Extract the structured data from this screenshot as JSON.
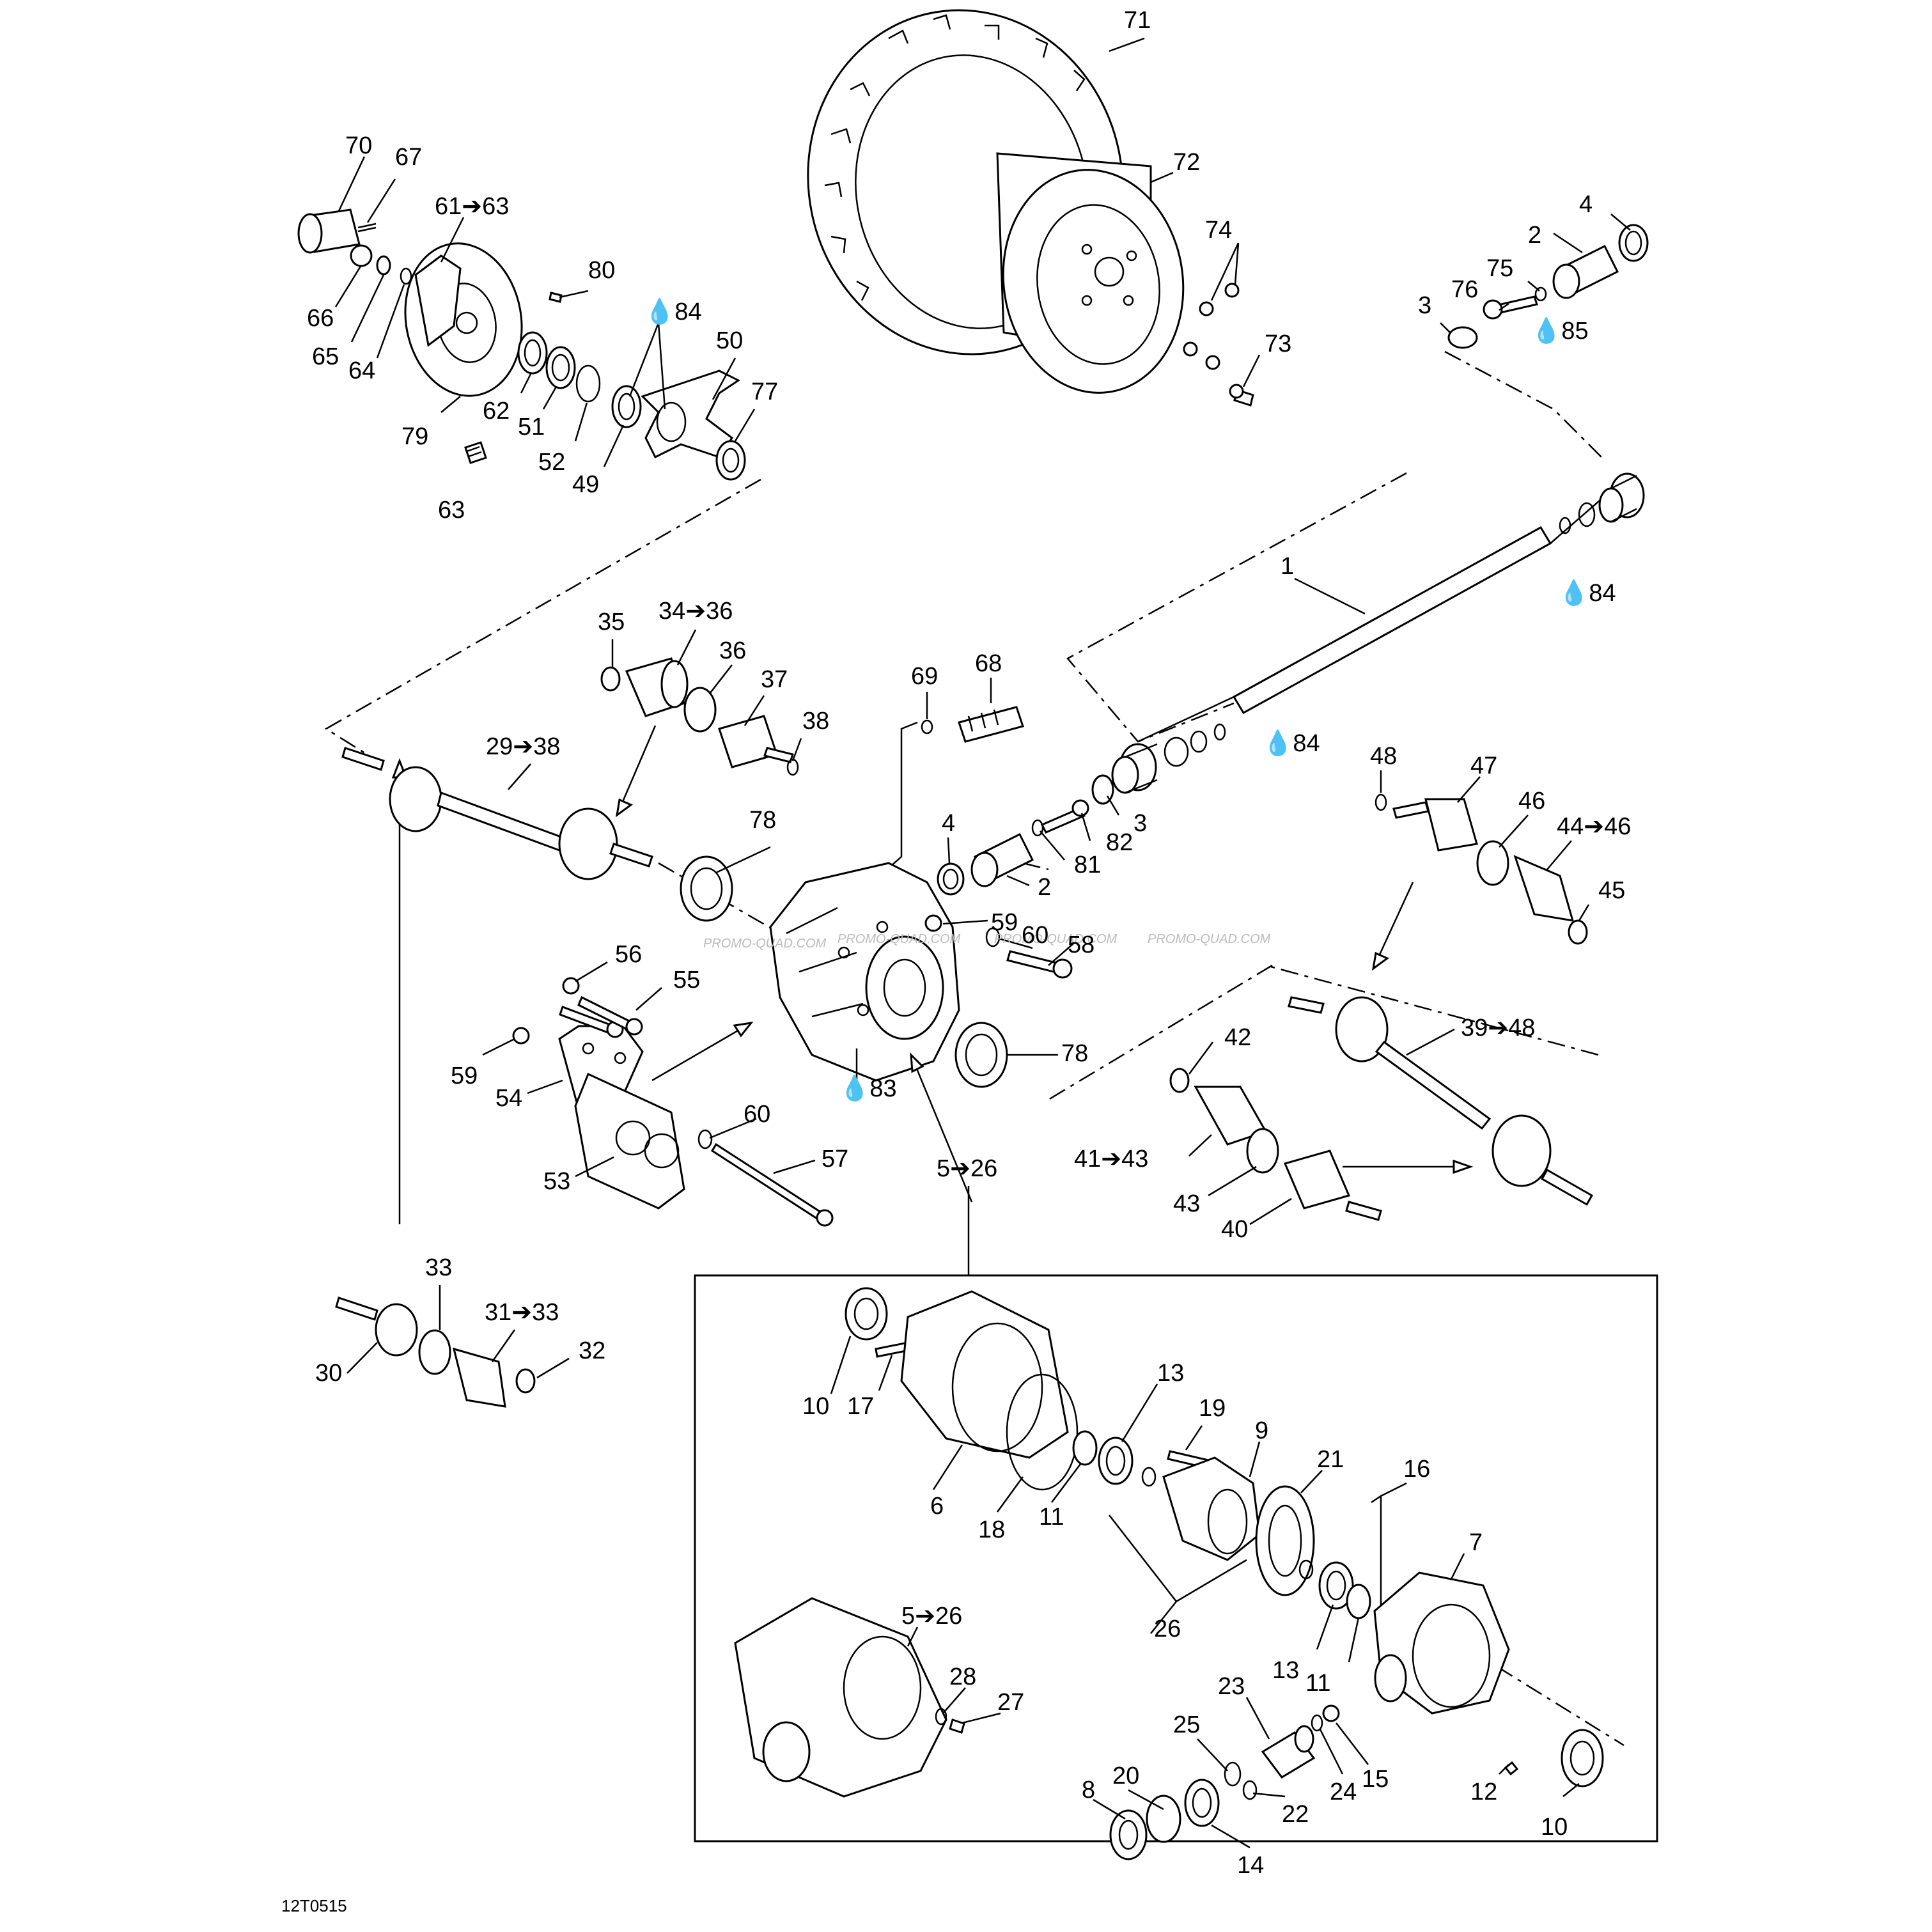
{
  "diagram_code": "12T0515",
  "watermark": "PROMO-QUAD.COM",
  "labels": [
    {
      "id": "71",
      "text": "71"
    },
    {
      "id": "72",
      "text": "72"
    },
    {
      "id": "74",
      "text": "74"
    },
    {
      "id": "73",
      "text": "73"
    },
    {
      "id": "70",
      "text": "70"
    },
    {
      "id": "67",
      "text": "67"
    },
    {
      "id": "61-63",
      "text": "61➔63"
    },
    {
      "id": "66",
      "text": "66"
    },
    {
      "id": "65",
      "text": "65"
    },
    {
      "id": "64",
      "text": "64"
    },
    {
      "id": "80",
      "text": "80"
    },
    {
      "id": "84a",
      "text": "💧84"
    },
    {
      "id": "50",
      "text": "50"
    },
    {
      "id": "77",
      "text": "77"
    },
    {
      "id": "62",
      "text": "62"
    },
    {
      "id": "51",
      "text": "51"
    },
    {
      "id": "79",
      "text": "79"
    },
    {
      "id": "52",
      "text": "52"
    },
    {
      "id": "49",
      "text": "49"
    },
    {
      "id": "63",
      "text": "63"
    },
    {
      "id": "4a",
      "text": "4"
    },
    {
      "id": "2a",
      "text": "2"
    },
    {
      "id": "75",
      "text": "75"
    },
    {
      "id": "76",
      "text": "76"
    },
    {
      "id": "3a",
      "text": "3"
    },
    {
      "id": "85",
      "text": "💧85"
    },
    {
      "id": "1",
      "text": "1"
    },
    {
      "id": "84b",
      "text": "💧84"
    },
    {
      "id": "84c",
      "text": "💧84"
    },
    {
      "id": "35",
      "text": "35"
    },
    {
      "id": "34-36",
      "text": "34➔36"
    },
    {
      "id": "36",
      "text": "36"
    },
    {
      "id": "37",
      "text": "37"
    },
    {
      "id": "38",
      "text": "38"
    },
    {
      "id": "29-38",
      "text": "29➔38"
    },
    {
      "id": "69",
      "text": "69"
    },
    {
      "id": "68",
      "text": "68"
    },
    {
      "id": "4b",
      "text": "4"
    },
    {
      "id": "82",
      "text": "82"
    },
    {
      "id": "3b",
      "text": "3"
    },
    {
      "id": "81",
      "text": "81"
    },
    {
      "id": "2b",
      "text": "2"
    },
    {
      "id": "78a",
      "text": "78"
    },
    {
      "id": "59a",
      "text": "59"
    },
    {
      "id": "60a",
      "text": "60"
    },
    {
      "id": "58",
      "text": "58"
    },
    {
      "id": "48",
      "text": "48"
    },
    {
      "id": "47",
      "text": "47"
    },
    {
      "id": "46",
      "text": "46"
    },
    {
      "id": "44-46",
      "text": "44➔46"
    },
    {
      "id": "45",
      "text": "45"
    },
    {
      "id": "56",
      "text": "56"
    },
    {
      "id": "55",
      "text": "55"
    },
    {
      "id": "59b",
      "text": "59"
    },
    {
      "id": "54",
      "text": "54"
    },
    {
      "id": "78b",
      "text": "78"
    },
    {
      "id": "83",
      "text": "💧83"
    },
    {
      "id": "60b",
      "text": "60"
    },
    {
      "id": "57",
      "text": "57"
    },
    {
      "id": "53",
      "text": "53"
    },
    {
      "id": "5-26a",
      "text": "5➔26"
    },
    {
      "id": "42",
      "text": "42"
    },
    {
      "id": "39-48",
      "text": "39➔48"
    },
    {
      "id": "41-43",
      "text": "41➔43"
    },
    {
      "id": "43",
      "text": "43"
    },
    {
      "id": "40",
      "text": "40"
    },
    {
      "id": "33",
      "text": "33"
    },
    {
      "id": "31-33",
      "text": "31➔33"
    },
    {
      "id": "30",
      "text": "30"
    },
    {
      "id": "32",
      "text": "32"
    },
    {
      "id": "10a",
      "text": "10"
    },
    {
      "id": "17",
      "text": "17"
    },
    {
      "id": "13a",
      "text": "13"
    },
    {
      "id": "19",
      "text": "19"
    },
    {
      "id": "9",
      "text": "9"
    },
    {
      "id": "21",
      "text": "21"
    },
    {
      "id": "16",
      "text": "16"
    },
    {
      "id": "6",
      "text": "6"
    },
    {
      "id": "18",
      "text": "18"
    },
    {
      "id": "11a",
      "text": "11"
    },
    {
      "id": "7",
      "text": "7"
    },
    {
      "id": "26",
      "text": "26"
    },
    {
      "id": "13b",
      "text": "13"
    },
    {
      "id": "11b",
      "text": "11"
    },
    {
      "id": "5-26b",
      "text": "5➔26"
    },
    {
      "id": "28",
      "text": "28"
    },
    {
      "id": "27",
      "text": "27"
    },
    {
      "id": "23",
      "text": "23"
    },
    {
      "id": "25",
      "text": "25"
    },
    {
      "id": "20",
      "text": "20"
    },
    {
      "id": "8",
      "text": "8"
    },
    {
      "id": "24",
      "text": "24"
    },
    {
      "id": "15",
      "text": "15"
    },
    {
      "id": "12",
      "text": "12"
    },
    {
      "id": "22",
      "text": "22"
    },
    {
      "id": "14",
      "text": "14"
    },
    {
      "id": "10b",
      "text": "10"
    }
  ]
}
